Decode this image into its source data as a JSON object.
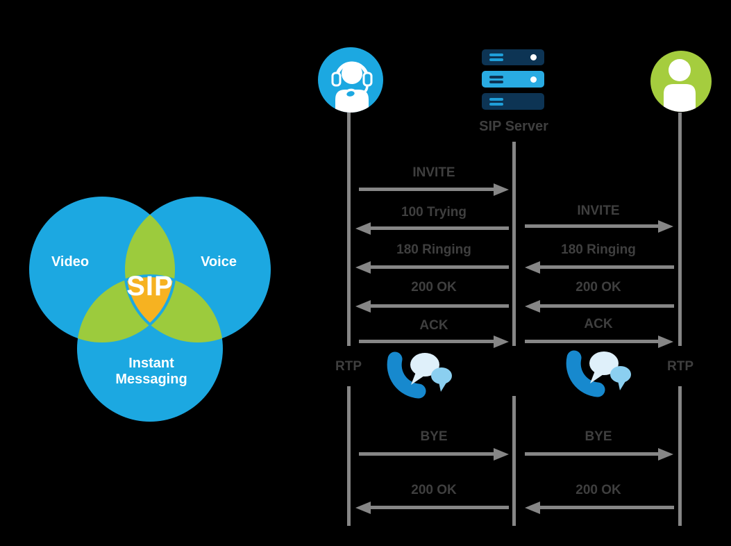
{
  "diagram": {
    "venn": {
      "left_label": "Video",
      "right_label": "Voice",
      "bottom_label": "Instant Messaging",
      "center_label": "SIP",
      "colors": {
        "circle_blue": "#1CA8E1",
        "overlap_green": "#9CCB3D",
        "center_yellow": "#F6B221",
        "label_white": "#FFFFFF"
      }
    },
    "sequence": {
      "actors": {
        "caller_icon": "headset-agent-icon",
        "server_icon": "server-stack-icon",
        "server_label": "SIP Server",
        "callee_icon": "person-icon"
      },
      "left_column": {
        "messages": [
          {
            "label": "INVITE",
            "direction": "right"
          },
          {
            "label": "100 Trying",
            "direction": "left"
          },
          {
            "label": "180 Ringing",
            "direction": "left"
          },
          {
            "label": "200 OK",
            "direction": "left"
          },
          {
            "label": "ACK",
            "direction": "right"
          },
          {
            "label": "BYE",
            "direction": "right"
          },
          {
            "label": "200 OK",
            "direction": "left"
          }
        ]
      },
      "right_column": {
        "messages": [
          {
            "label": "INVITE",
            "direction": "right"
          },
          {
            "label": "180 Ringing",
            "direction": "left"
          },
          {
            "label": "200 OK",
            "direction": "left"
          },
          {
            "label": "ACK",
            "direction": "right"
          },
          {
            "label": "BYE",
            "direction": "right"
          },
          {
            "label": "200 OK",
            "direction": "left"
          }
        ]
      },
      "media_session": {
        "left_endpoint_label": "RTP",
        "right_endpoint_label": "RTP",
        "icon": "phone-chat-icon"
      },
      "colors": {
        "line_gray": "#868686",
        "text_dark": "#3F3F3F",
        "caller_blue": "#1CA8E1",
        "callee_green": "#A5CD3E",
        "server_navy": "#0D3454",
        "server_light_blue": "#29ABE2",
        "phone_blue": "#1789CE",
        "bubble_pale": "#DFF0FA",
        "bubble_light": "#8BCFF0"
      }
    }
  }
}
